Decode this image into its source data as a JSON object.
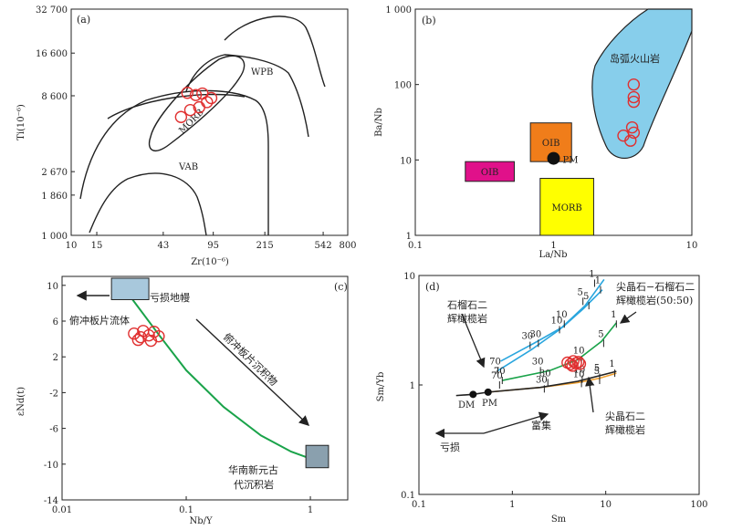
{
  "chart_data": [
    {
      "type": "scatter",
      "panel": "(a)",
      "xlabel": "Zr(10⁻⁶)",
      "ylabel": "Ti(10⁻⁶)",
      "xscale": "log",
      "yscale": "log",
      "xlim": [
        10,
        800
      ],
      "ylim": [
        1000,
        32700
      ],
      "xticks": [
        10,
        15,
        43,
        95,
        215,
        542,
        800
      ],
      "xtick_labels": [
        "10",
        "15",
        "43",
        "95",
        "215",
        "542",
        "800"
      ],
      "yticks": [
        1000,
        1860,
        2670,
        8600,
        16600,
        32700
      ],
      "ytick_labels": [
        "1 000",
        "1 860",
        "2 670",
        "8 600",
        "16 600",
        "32 700"
      ],
      "field_labels": [
        "WPB",
        "MORB",
        "VAB"
      ],
      "points": [
        {
          "x": 63,
          "y": 9000
        },
        {
          "x": 72,
          "y": 8700
        },
        {
          "x": 80,
          "y": 8900
        },
        {
          "x": 92,
          "y": 8300
        },
        {
          "x": 76,
          "y": 7200
        },
        {
          "x": 66,
          "y": 6900
        },
        {
          "x": 57,
          "y": 6200
        },
        {
          "x": 86,
          "y": 7800
        }
      ],
      "marker_color": "#e03030"
    },
    {
      "type": "scatter",
      "panel": "(b)",
      "xlabel": "La/Nb",
      "ylabel": "Ba/Nb",
      "xscale": "log",
      "yscale": "log",
      "xlim": [
        0.1,
        10
      ],
      "ylim": [
        1,
        1000
      ],
      "xticks": [
        0.1,
        1,
        10
      ],
      "xtick_labels": [
        "0.1",
        "1",
        "10"
      ],
      "yticks": [
        1,
        10,
        100,
        1000
      ],
      "ytick_labels": [
        "1",
        "10",
        "100",
        "1 000"
      ],
      "field_labels": [
        "岛弧火山岩",
        "OIB",
        "OIB",
        "MORB",
        "PM"
      ],
      "boxes": [
        {
          "label": "OIB",
          "x0": 0.68,
          "x1": 1.35,
          "y0": 9.5,
          "y1": 31,
          "color": "#f07d1a"
        },
        {
          "label": "OIB",
          "x0": 0.23,
          "x1": 0.52,
          "y0": 5.2,
          "y1": 9.5,
          "color": "#e0118a"
        },
        {
          "label": "MORB",
          "x0": 0.8,
          "x1": 1.95,
          "y0": 1,
          "y1": 5.7,
          "color": "#ffff00"
        }
      ],
      "pm_point": {
        "x": 1.0,
        "y": 10.5
      },
      "arc_field_color": "#87ceeb",
      "points": [
        {
          "x": 3.8,
          "y": 100
        },
        {
          "x": 3.8,
          "y": 68
        },
        {
          "x": 3.8,
          "y": 59
        },
        {
          "x": 3.7,
          "y": 27
        },
        {
          "x": 3.2,
          "y": 21
        },
        {
          "x": 3.6,
          "y": 18
        },
        {
          "x": 3.8,
          "y": 23
        }
      ],
      "marker_color": "#e03030"
    },
    {
      "type": "scatter",
      "panel": "(c)",
      "xlabel": "Nb/Y",
      "ylabel": "εNd(t)",
      "xscale": "log",
      "xlim": [
        0.01,
        2
      ],
      "ylim": [
        -14,
        11
      ],
      "xticks": [
        0.01,
        0.1,
        1
      ],
      "xtick_labels": [
        "0.01",
        "0.1",
        "1"
      ],
      "yticks": [
        -14,
        -10,
        -6,
        -2,
        2,
        6,
        10
      ],
      "ytick_labels": [
        "-14",
        "-10",
        "-6",
        "-2",
        "2",
        "6",
        "10"
      ],
      "annotations": [
        "亏损地幔",
        "俯冲板片流体",
        "俯冲板片沉积物",
        "华南新元古",
        "代沉积岩"
      ],
      "end_members": [
        {
          "name": "亏损地幔",
          "x0": 0.025,
          "x1": 0.05,
          "y0": 8.4,
          "y1": 10.8,
          "color": "#a8c8dc"
        },
        {
          "name": "华南新元古代沉积岩",
          "x0": 0.92,
          "x1": 1.4,
          "y0": -10.4,
          "y1": -7.9,
          "color": "#8aa0ae"
        }
      ],
      "mixing_curve": [
        {
          "x": 0.037,
          "y": 8.4
        },
        {
          "x": 0.06,
          "y": 4.5
        },
        {
          "x": 0.1,
          "y": 0.5
        },
        {
          "x": 0.2,
          "y": -3.6
        },
        {
          "x": 0.4,
          "y": -6.8
        },
        {
          "x": 0.7,
          "y": -8.6
        },
        {
          "x": 0.92,
          "y": -9.2
        }
      ],
      "points": [
        {
          "x": 0.038,
          "y": 4.6
        },
        {
          "x": 0.043,
          "y": 4.2
        },
        {
          "x": 0.045,
          "y": 4.9
        },
        {
          "x": 0.05,
          "y": 4.4
        },
        {
          "x": 0.055,
          "y": 4.8
        },
        {
          "x": 0.052,
          "y": 3.8
        },
        {
          "x": 0.06,
          "y": 4.3
        },
        {
          "x": 0.041,
          "y": 3.9
        }
      ],
      "marker_color": "#e03030",
      "curve_color": "#1aa34a"
    },
    {
      "type": "line",
      "panel": "(d)",
      "xlabel": "Sm",
      "ylabel": "Sm/Yb",
      "xscale": "log",
      "yscale": "log",
      "xlim": [
        0.1,
        100
      ],
      "ylim": [
        0.1,
        10
      ],
      "xticks": [
        0.1,
        1,
        10,
        100
      ],
      "xtick_labels": [
        "0.1",
        "1",
        "10",
        "100"
      ],
      "yticks": [
        0.1,
        1,
        10
      ],
      "ytick_labels": [
        "0.1",
        "1",
        "10"
      ],
      "annotations": [
        "石榴石二",
        "辉橄榄岩",
        "尖晶石−石榴石二",
        "辉橄榄岩(50:50)",
        "尖晶石二",
        "辉橄榄岩",
        "DM",
        "PM",
        "亏损",
        "富集"
      ],
      "series": [
        {
          "color": "#2aa6de",
          "points": [
            {
              "x": 0.7,
              "y": 1.35
            },
            {
              "x": 1.6,
              "y": 2.1
            },
            {
              "x": 3.2,
              "y": 3.2
            },
            {
              "x": 6,
              "y": 5.3
            },
            {
              "x": 9.6,
              "y": 9.2
            }
          ],
          "ticks": [
            {
              "x": 0.7,
              "y": 1.35,
              "label": "70"
            },
            {
              "x": 1.55,
              "y": 2.3,
              "label": "30"
            },
            {
              "x": 3.2,
              "y": 3.2,
              "label": "10"
            },
            {
              "x": 5.7,
              "y": 5.8,
              "label": "5"
            },
            {
              "x": 7.6,
              "y": 8.5,
              "label": "1"
            }
          ]
        },
        {
          "color": "#2aa6de",
          "points": [
            {
              "x": 0.75,
              "y": 1.65
            },
            {
              "x": 1.7,
              "y": 2.4
            },
            {
              "x": 3.5,
              "y": 3.4
            },
            {
              "x": 5.8,
              "y": 5.0
            },
            {
              "x": 9.2,
              "y": 7.4
            }
          ],
          "ticks": [
            {
              "x": 1.9,
              "y": 2.4,
              "label": "30"
            },
            {
              "x": 3.6,
              "y": 3.6,
              "label": "10"
            },
            {
              "x": 6.6,
              "y": 5.3,
              "label": "5"
            },
            {
              "x": 8.8,
              "y": 7.4,
              "label": "1"
            }
          ]
        },
        {
          "color": "#1aa34a",
          "points": [
            {
              "x": 0.78,
              "y": 1.1
            },
            {
              "x": 2.5,
              "y": 1.35
            },
            {
              "x": 5.0,
              "y": 1.7
            },
            {
              "x": 9.0,
              "y": 2.5
            },
            {
              "x": 13,
              "y": 3.7
            }
          ],
          "ticks": [
            {
              "x": 0.78,
              "y": 1.1,
              "label": "70"
            },
            {
              "x": 2.0,
              "y": 1.35,
              "label": "30"
            },
            {
              "x": 5.5,
              "y": 1.7,
              "label": "10"
            },
            {
              "x": 9.5,
              "y": 2.4,
              "label": "5"
            },
            {
              "x": 13,
              "y": 3.6,
              "label": "1"
            }
          ]
        },
        {
          "color": "#f0a030",
          "points": [
            {
              "x": 0.55,
              "y": 0.86
            },
            {
              "x": 2.0,
              "y": 0.95
            },
            {
              "x": 5.0,
              "y": 1.05
            },
            {
              "x": 8.5,
              "y": 1.15
            },
            {
              "x": 13,
              "y": 1.28
            }
          ],
          "ticks": [
            {
              "x": 0.73,
              "y": 1.0,
              "label": "70"
            },
            {
              "x": 2.4,
              "y": 1.05,
              "label": "30"
            },
            {
              "x": 5.6,
              "y": 1.13,
              "label": "10"
            },
            {
              "x": 8.6,
              "y": 1.18,
              "label": "5"
            },
            {
              "x": 12.5,
              "y": 1.28,
              "label": "1"
            }
          ]
        },
        {
          "color": "#222222",
          "points": [
            {
              "x": 0.25,
              "y": 0.8
            },
            {
              "x": 0.38,
              "y": 0.82
            },
            {
              "x": 0.55,
              "y": 0.86
            },
            {
              "x": 2.0,
              "y": 0.95
            },
            {
              "x": 5.0,
              "y": 1.08
            },
            {
              "x": 13,
              "y": 1.33
            }
          ],
          "ticks": [
            {
              "x": 2.2,
              "y": 0.92,
              "label": "30"
            },
            {
              "x": 5.5,
              "y": 1.03,
              "label": "10"
            },
            {
              "x": 8.6,
              "y": 1.1,
              "label": "5"
            }
          ]
        }
      ],
      "reference_points": [
        {
          "name": "DM",
          "x": 0.38,
          "y": 0.82
        },
        {
          "name": "PM",
          "x": 0.55,
          "y": 0.86
        }
      ],
      "points": [
        {
          "x": 3.9,
          "y": 1.6
        },
        {
          "x": 4.2,
          "y": 1.55
        },
        {
          "x": 4.5,
          "y": 1.65
        },
        {
          "x": 4.8,
          "y": 1.58
        },
        {
          "x": 5.1,
          "y": 1.62
        },
        {
          "x": 4.4,
          "y": 1.5
        },
        {
          "x": 5.3,
          "y": 1.56
        }
      ],
      "marker_color": "#e03030"
    }
  ]
}
